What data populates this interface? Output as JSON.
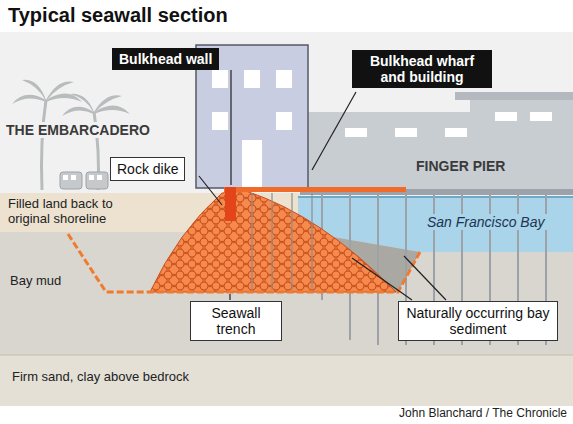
{
  "diagram": {
    "title": "Typical seawall section",
    "caption": "John Blanchard / The Chronicle",
    "nodes": [
      {
        "text": [
          "Bulkhead wall"
        ]
      },
      {
        "text": [
          "Bulkhead wharf and building"
        ]
      },
      {
        "text": [
          "Rock dike"
        ]
      },
      {
        "text": [
          "Seawall trench"
        ]
      },
      {
        "text": [
          "Naturally occurring bay sediment"
        ]
      }
    ],
    "labels": [
      "THE EMBARCADERO",
      "FINGER PIER",
      "Filled land back to original shoreline",
      "San Francisco Bay",
      "Bay mud",
      "Firm sand, clay above bedrock"
    ]
  }
}
